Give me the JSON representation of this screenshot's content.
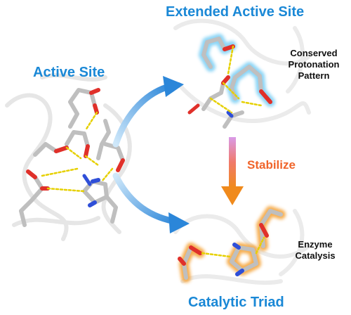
{
  "labels": {
    "active_site": "Active Site",
    "extended_active_site": "Extended Active Site",
    "conserved_line1": "Conserved",
    "conserved_line2": "Protonation",
    "conserved_line3": "Pattern",
    "stabilize": "Stabilize",
    "enzyme_line1": "Enzyme",
    "enzyme_line2": "Catalysis",
    "catalytic_triad": "Catalytic Triad"
  },
  "colors": {
    "title_blue": "#1a88d6",
    "arrow_blue": "#2b86d9",
    "arrow_orange": "#f08a1c",
    "arrow_pink": "#c86ad8",
    "glow_blue": "#7fd0f5",
    "glow_orange": "#f5a53c",
    "stick_gray": "#bfbfbf",
    "oxygen_red": "#e0302a",
    "nitrogen_blue": "#2f4fd8",
    "hbond_yellow": "#e6d000"
  }
}
